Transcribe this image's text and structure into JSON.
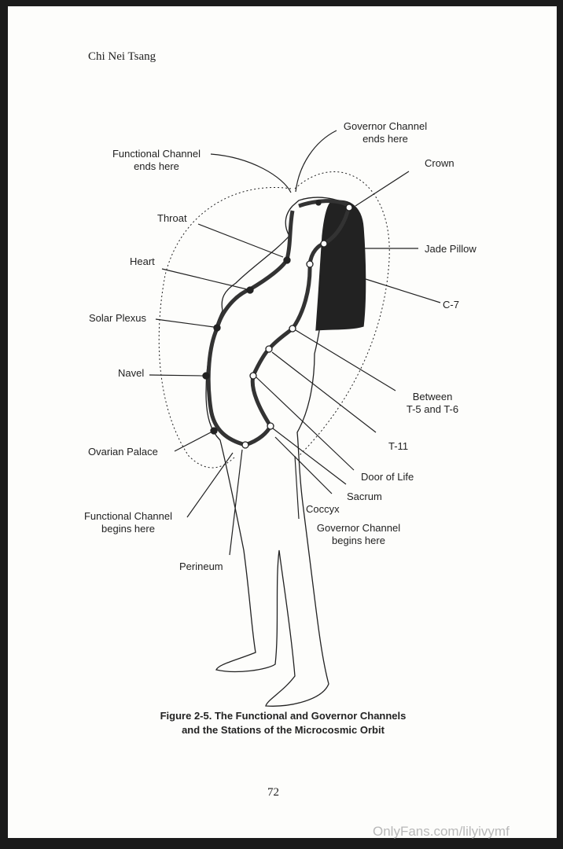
{
  "header": "Chi Nei Tsang",
  "labels": {
    "gov_end_1": "Governor Channel",
    "gov_end_2": "ends here",
    "func_end_1": "Functional Channel",
    "func_end_2": "ends here",
    "crown": "Crown",
    "throat": "Throat",
    "jade_pillow": "Jade Pillow",
    "heart": "Heart",
    "c7": "C-7",
    "solar_plexus": "Solar Plexus",
    "navel": "Navel",
    "between_1": "Between",
    "between_2": "T-5 and T-6",
    "ovarian_palace": "Ovarian Palace",
    "t11": "T-11",
    "door_of_life": "Door of Life",
    "sacrum": "Sacrum",
    "coccyx": "Coccyx",
    "func_begin_1": "Functional Channel",
    "func_begin_2": "begins here",
    "gov_begin_1": "Governor Channel",
    "gov_begin_2": "begins here",
    "perineum": "Perineum"
  },
  "caption": {
    "line1": "Figure 2-5. The Functional and Governor Channels",
    "line2": "and the Stations of the Microcosmic Orbit"
  },
  "page_number": "72",
  "watermark": "OnlyFans.com/lilyivymf"
}
